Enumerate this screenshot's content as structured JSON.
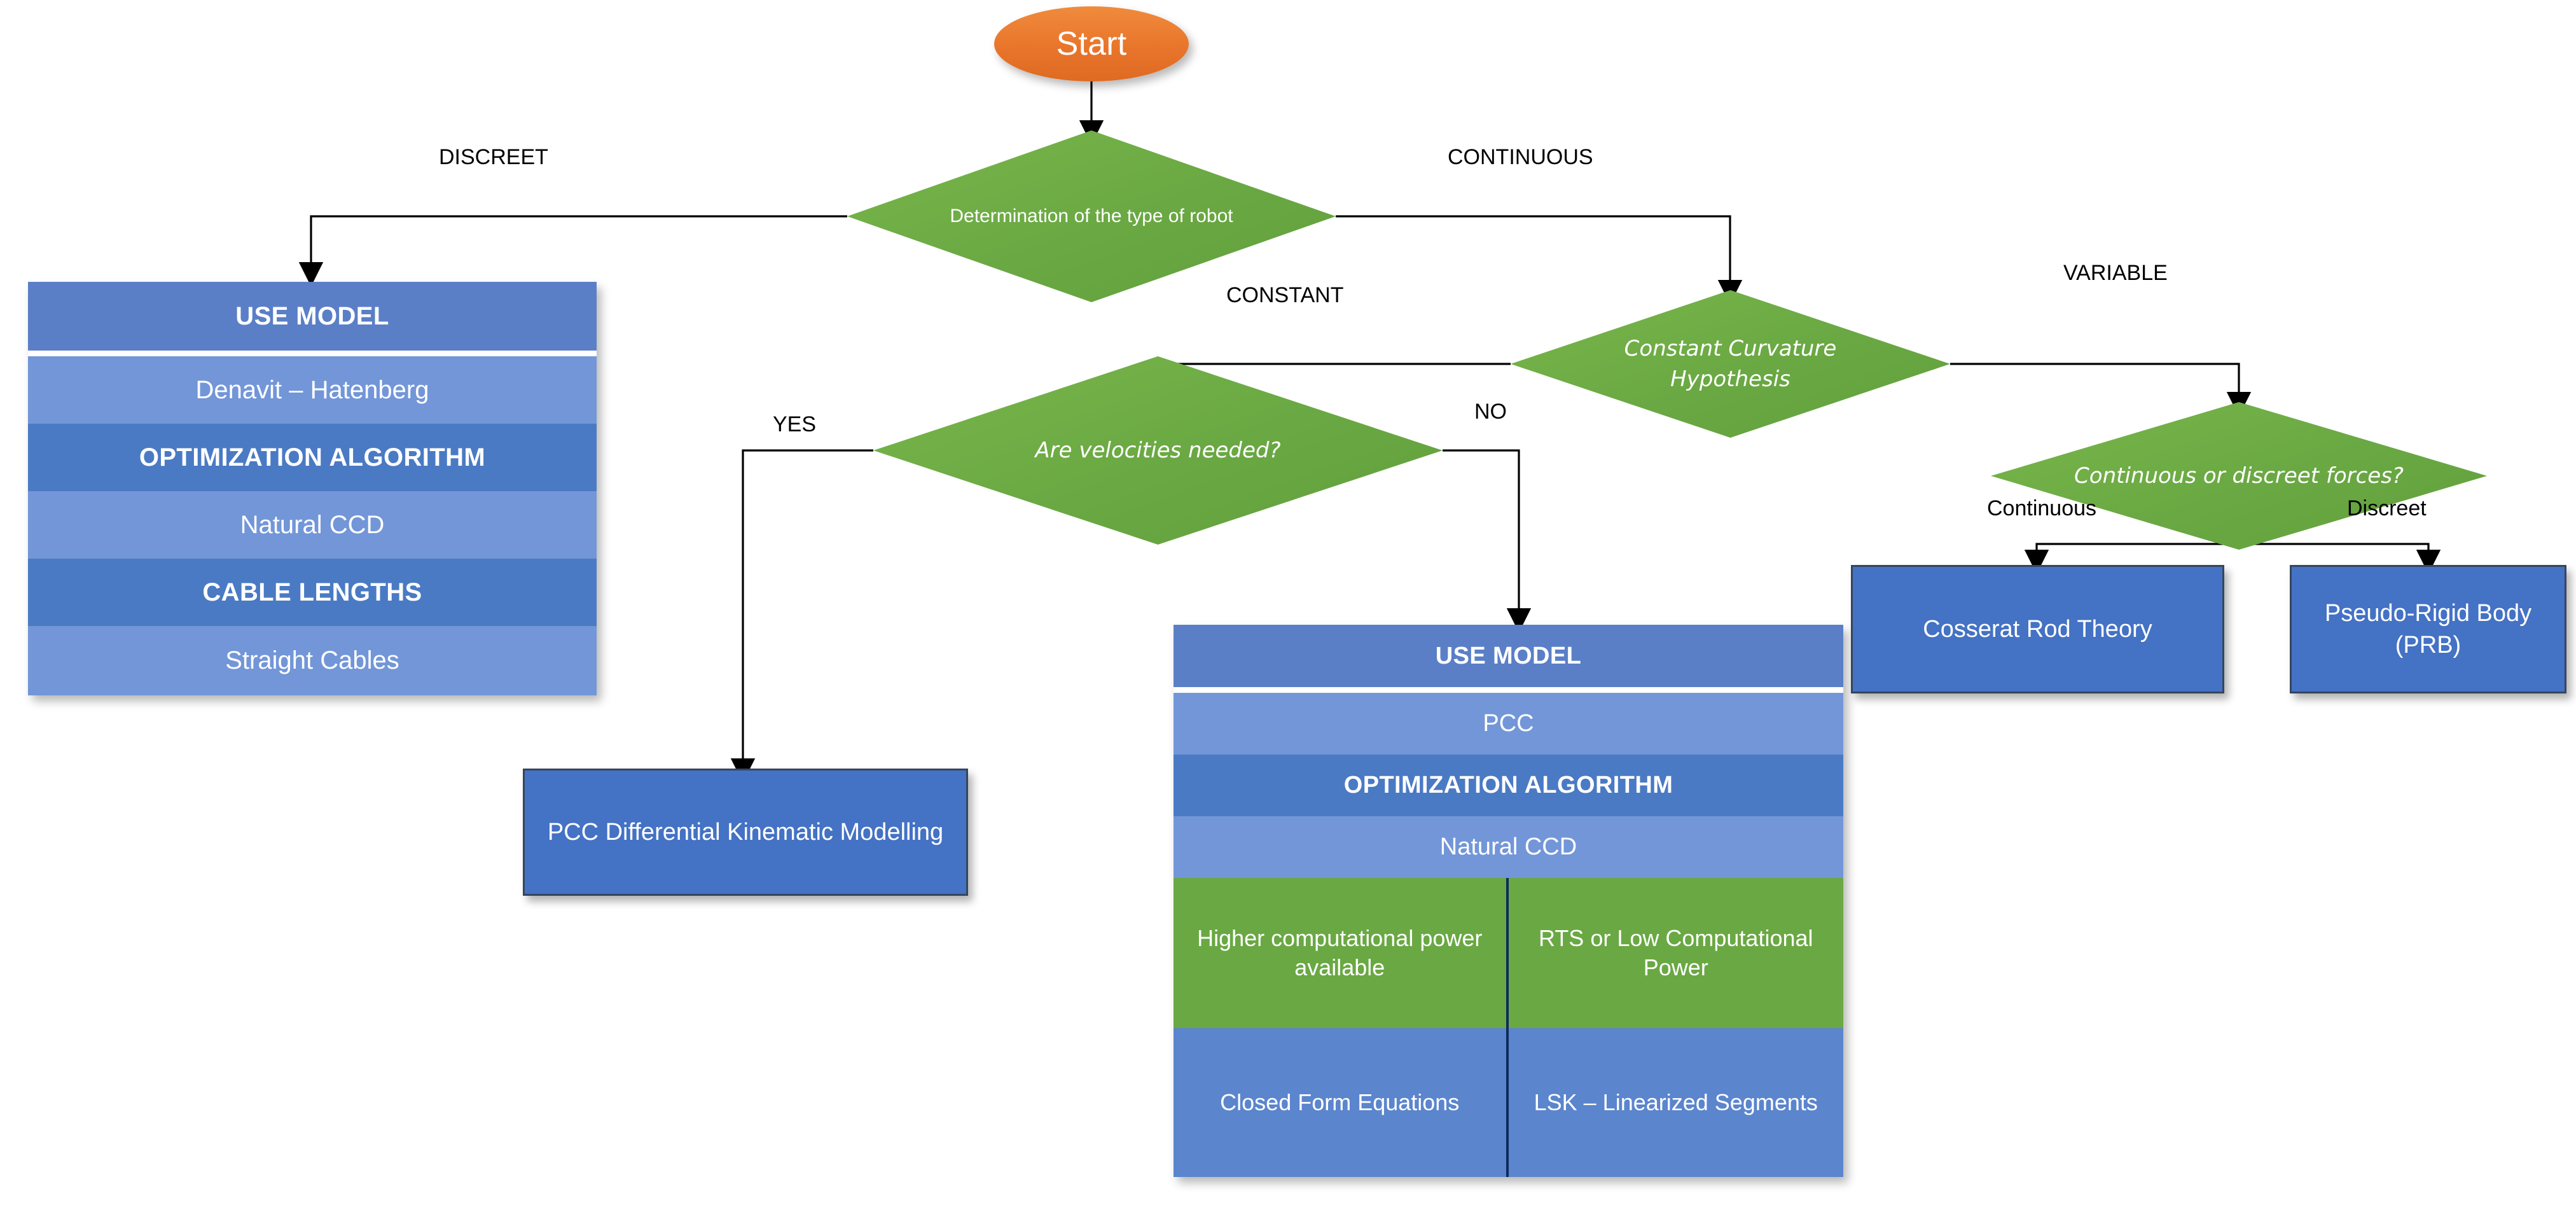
{
  "diagram": {
    "title": "Robot Modelling Decision Flowchart",
    "colors": {
      "start_fill": "#e8752b",
      "decision_fill": "#6aa843",
      "process_fill": "#4472c4",
      "table_header": "#5b7fc7",
      "table_light": "#7296d8",
      "table_dark": "#4a7ac4",
      "table_green": "#6aa843",
      "divider": "#0c2b5c",
      "edge": "#000000",
      "text_on_fill": "#ffffff"
    }
  },
  "nodes": {
    "start": {
      "label": "Start",
      "shape": "ellipse"
    },
    "decision_robot_type": {
      "label": "Determination of the type of robot",
      "shape": "diamond"
    },
    "decision_curvature": {
      "label": "Constant Curvature Hypothesis",
      "shape": "diamond"
    },
    "decision_velocities": {
      "label": "Are velocities needed?",
      "shape": "diamond"
    },
    "decision_forces": {
      "label": "Continuous or discreet forces?",
      "shape": "diamond"
    },
    "pcc_differential": {
      "label": "PCC Differential Kinematic Modelling",
      "shape": "box"
    },
    "cosserat": {
      "label": "Cosserat Rod Theory",
      "shape": "box"
    },
    "prb": {
      "label": "Pseudo-Rigid Body (PRB)",
      "shape": "box"
    }
  },
  "edge_labels": {
    "discreet": "DISCREET",
    "continuous": "CONTINUOUS",
    "constant": "CONSTANT",
    "variable": "VARIABLE",
    "yes": "YES",
    "no": "NO",
    "forces_continuous": "Continuous",
    "forces_discreet": "Discreet"
  },
  "table_discrete": {
    "rows": [
      {
        "text": "USE MODEL",
        "style": "header"
      },
      {
        "text": "Denavit – Hatenberg",
        "style": "light"
      },
      {
        "text": "OPTIMIZATION ALGORITHM",
        "style": "dark"
      },
      {
        "text": "Natural CCD",
        "style": "light"
      },
      {
        "text": "CABLE LENGTHS",
        "style": "dark"
      },
      {
        "text": "Straight Cables",
        "style": "light"
      }
    ]
  },
  "table_continuous": {
    "rows": [
      {
        "text": "USE MODEL",
        "style": "header"
      },
      {
        "text": "PCC",
        "style": "light"
      },
      {
        "text": "OPTIMIZATION ALGORITHM",
        "style": "dark"
      },
      {
        "text": "Natural CCD",
        "style": "light"
      }
    ],
    "split_rows": [
      {
        "style": "green",
        "left": "Higher computational power available",
        "right": "RTS or Low Computational Power"
      },
      {
        "style": "blue",
        "left": "Closed Form Equations",
        "right": "LSK – Linearized Segments"
      }
    ]
  },
  "chart_data": {
    "type": "flowchart",
    "title": "Robot Modelling Decision Flowchart",
    "nodes": [
      {
        "id": "start",
        "label": "Start",
        "shape": "ellipse",
        "fill": "#e8752b"
      },
      {
        "id": "d1",
        "label": "Determination of the type of robot",
        "shape": "diamond",
        "fill": "#6aa843"
      },
      {
        "id": "t1",
        "label": "USE MODEL / Denavit – Hatenberg / OPTIMIZATION ALGORITHM / Natural CCD / CABLE LENGTHS / Straight Cables",
        "shape": "table",
        "fill": "#5b7fc7"
      },
      {
        "id": "d2",
        "label": "Constant Curvature Hypothesis",
        "shape": "diamond",
        "fill": "#6aa843"
      },
      {
        "id": "d3",
        "label": "Are velocities needed?",
        "shape": "diamond",
        "fill": "#6aa843"
      },
      {
        "id": "d4",
        "label": "Continuous or discreet forces?",
        "shape": "diamond",
        "fill": "#6aa843"
      },
      {
        "id": "b1",
        "label": "PCC Differential Kinematic Modelling",
        "shape": "box",
        "fill": "#4472c4"
      },
      {
        "id": "t2",
        "label": "USE MODEL / PCC / OPTIMIZATION ALGORITHM / Natural CCD / [Higher computational power available | RTS or Low Computational Power] / [Closed Form Equations | LSK – Linearized Segments]",
        "shape": "table",
        "fill": "#5b7fc7"
      },
      {
        "id": "b2",
        "label": "Cosserat Rod Theory",
        "shape": "box",
        "fill": "#4472c4"
      },
      {
        "id": "b3",
        "label": "Pseudo-Rigid Body (PRB)",
        "shape": "box",
        "fill": "#4472c4"
      }
    ],
    "edges": [
      {
        "from": "start",
        "to": "d1",
        "label": ""
      },
      {
        "from": "d1",
        "to": "t1",
        "label": "DISCREET"
      },
      {
        "from": "d1",
        "to": "d2",
        "label": "CONTINUOUS"
      },
      {
        "from": "d2",
        "to": "d3",
        "label": "CONSTANT"
      },
      {
        "from": "d2",
        "to": "d4",
        "label": "VARIABLE"
      },
      {
        "from": "d3",
        "to": "b1",
        "label": "YES"
      },
      {
        "from": "d3",
        "to": "t2",
        "label": "NO"
      },
      {
        "from": "d4",
        "to": "b2",
        "label": "Continuous"
      },
      {
        "from": "d4",
        "to": "b3",
        "label": "Discreet"
      }
    ]
  }
}
